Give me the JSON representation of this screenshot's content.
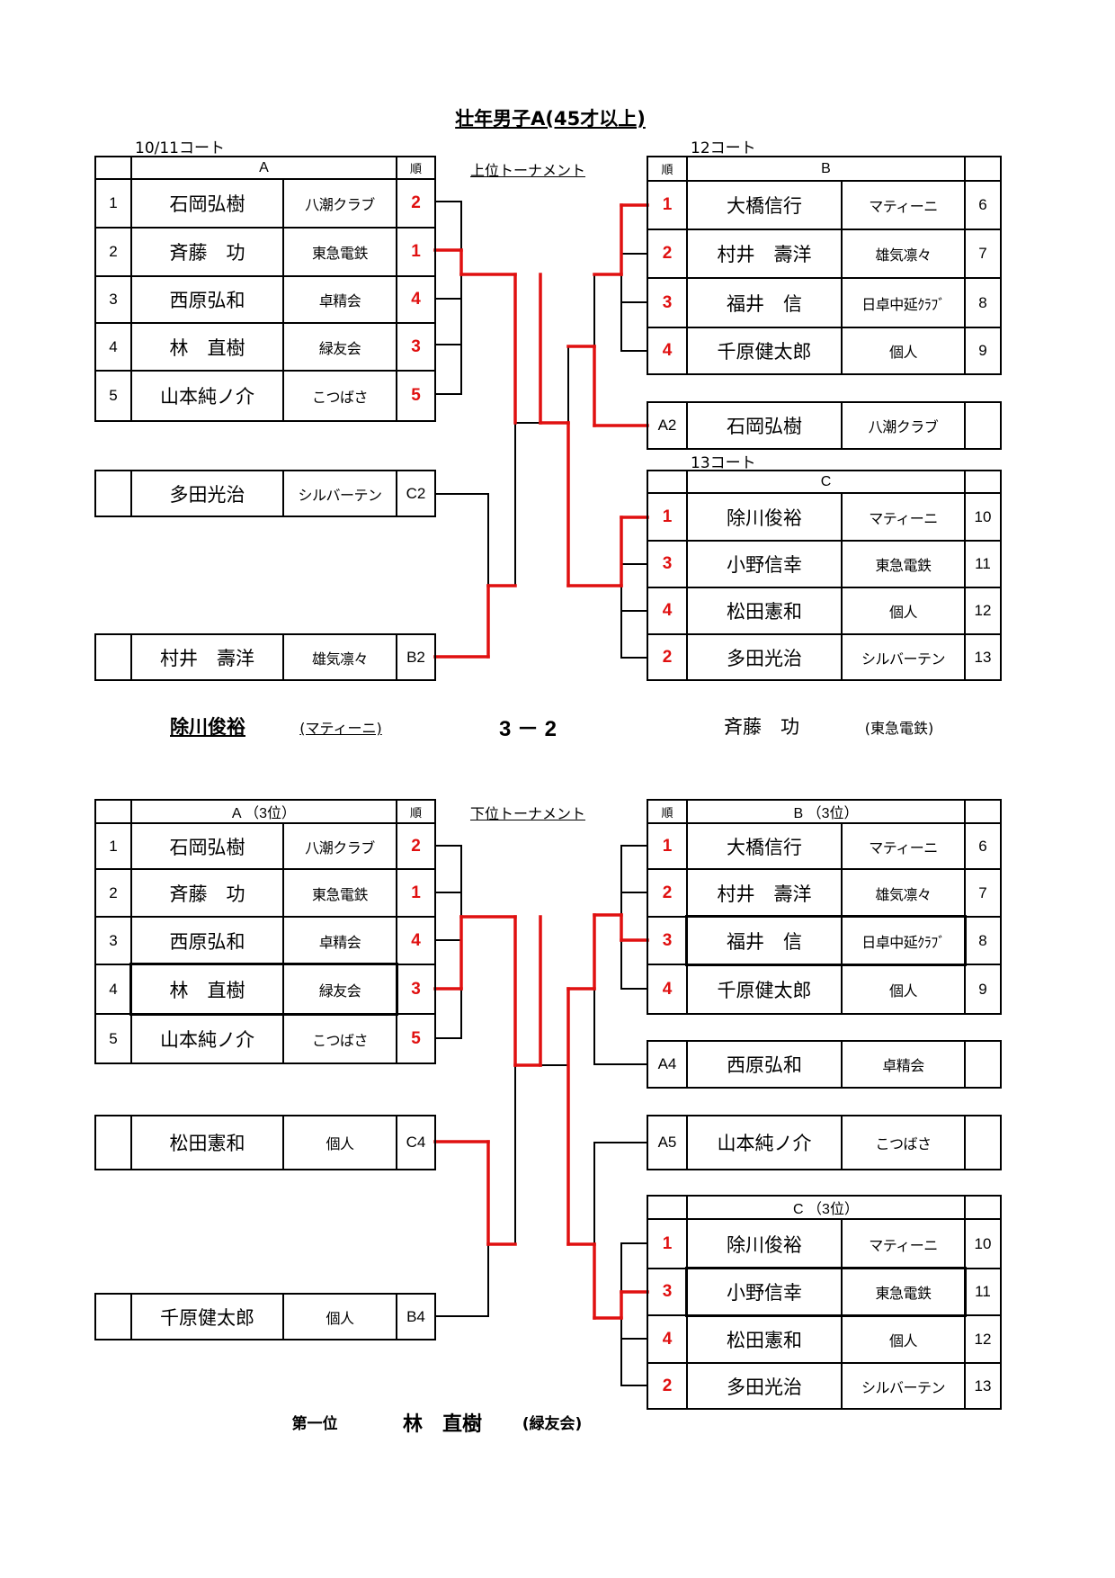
{
  "title": "壮年男子A(45才以上)",
  "upper": {
    "label": "上位トーナメント",
    "court_a": "10/11コート",
    "court_b": "12コート",
    "court_c": "13コート",
    "group_a": {
      "header": "A",
      "rank_header": "順",
      "rows": [
        {
          "no": "1",
          "name": "石岡弘樹",
          "club": "八潮クラブ",
          "rank": "2"
        },
        {
          "no": "2",
          "name": "斉藤　功",
          "club": "東急電鉄",
          "rank": "1"
        },
        {
          "no": "3",
          "name": "西原弘和",
          "club": "卓精会",
          "rank": "4"
        },
        {
          "no": "4",
          "name": "林　直樹",
          "club": "緑友会",
          "rank": "3"
        },
        {
          "no": "5",
          "name": "山本純ノ介",
          "club": "こつばさ",
          "rank": "5"
        }
      ]
    },
    "group_b": {
      "header": "B",
      "rank_header": "順",
      "rows": [
        {
          "rank": "1",
          "name": "大橋信行",
          "club": "マティーニ",
          "no": "6"
        },
        {
          "rank": "2",
          "name": "村井　壽洋",
          "club": "雄気凛々",
          "no": "7"
        },
        {
          "rank": "3",
          "name": "福井　信",
          "club": "日卓中延ｸﾗﾌﾞ",
          "no": "8"
        },
        {
          "rank": "4",
          "name": "千原健太郎",
          "club": "個人",
          "no": "9"
        }
      ]
    },
    "a2": {
      "code": "A2",
      "name": "石岡弘樹",
      "club": "八潮クラブ"
    },
    "group_c": {
      "header": "C",
      "rows": [
        {
          "rank": "1",
          "name": "除川俊裕",
          "club": "マティーニ",
          "no": "10"
        },
        {
          "rank": "3",
          "name": "小野信幸",
          "club": "東急電鉄",
          "no": "11"
        },
        {
          "rank": "4",
          "name": "松田憲和",
          "club": "個人",
          "no": "12"
        },
        {
          "rank": "2",
          "name": "多田光治",
          "club": "シルバーテン",
          "no": "13"
        }
      ]
    },
    "c2": {
      "code": "C2",
      "name": "多田光治",
      "club": "シルバーテン"
    },
    "b2": {
      "code": "B2",
      "name": "村井　壽洋",
      "club": "雄気凛々"
    }
  },
  "final": {
    "winner": "除川俊裕",
    "winner_club": "(マティーニ)",
    "score": "3 － 2",
    "loser": "斉藤　功",
    "loser_club": "(東急電鉄)"
  },
  "lower": {
    "label": "下位トーナメント",
    "group_a": {
      "header": "A （3位）",
      "rank_header": "順",
      "rows": [
        {
          "no": "1",
          "name": "石岡弘樹",
          "club": "八潮クラブ",
          "rank": "2"
        },
        {
          "no": "2",
          "name": "斉藤　功",
          "club": "東急電鉄",
          "rank": "1"
        },
        {
          "no": "3",
          "name": "西原弘和",
          "club": "卓精会",
          "rank": "4"
        },
        {
          "no": "4",
          "name": "林　直樹",
          "club": "緑友会",
          "rank": "3"
        },
        {
          "no": "5",
          "name": "山本純ノ介",
          "club": "こつばさ",
          "rank": "5"
        }
      ]
    },
    "group_b": {
      "header": "B （3位）",
      "rank_header": "順",
      "rows": [
        {
          "rank": "1",
          "name": "大橋信行",
          "club": "マティーニ",
          "no": "6"
        },
        {
          "rank": "2",
          "name": "村井　壽洋",
          "club": "雄気凛々",
          "no": "7"
        },
        {
          "rank": "3",
          "name": "福井　信",
          "club": "日卓中延ｸﾗﾌﾞ",
          "no": "8"
        },
        {
          "rank": "4",
          "name": "千原健太郎",
          "club": "個人",
          "no": "9"
        }
      ]
    },
    "a4": {
      "code": "A4",
      "name": "西原弘和",
      "club": "卓精会"
    },
    "a5": {
      "code": "A5",
      "name": "山本純ノ介",
      "club": "こつばさ"
    },
    "group_c": {
      "header": "C （3位）",
      "rows": [
        {
          "rank": "1",
          "name": "除川俊裕",
          "club": "マティーニ",
          "no": "10"
        },
        {
          "rank": "3",
          "name": "小野信幸",
          "club": "東急電鉄",
          "no": "11"
        },
        {
          "rank": "4",
          "name": "松田憲和",
          "club": "個人",
          "no": "12"
        },
        {
          "rank": "2",
          "name": "多田光治",
          "club": "シルバーテン",
          "no": "13"
        }
      ]
    },
    "c4": {
      "code": "C4",
      "name": "松田憲和",
      "club": "個人"
    },
    "b4": {
      "code": "B4",
      "name": "千原健太郎",
      "club": "個人"
    }
  },
  "champion": {
    "label": "第一位",
    "name": "林　直樹",
    "club": "(緑友会)"
  },
  "colors": {
    "line": "#000000",
    "winner_line": "#e01010",
    "rank_text": "#e01010"
  }
}
